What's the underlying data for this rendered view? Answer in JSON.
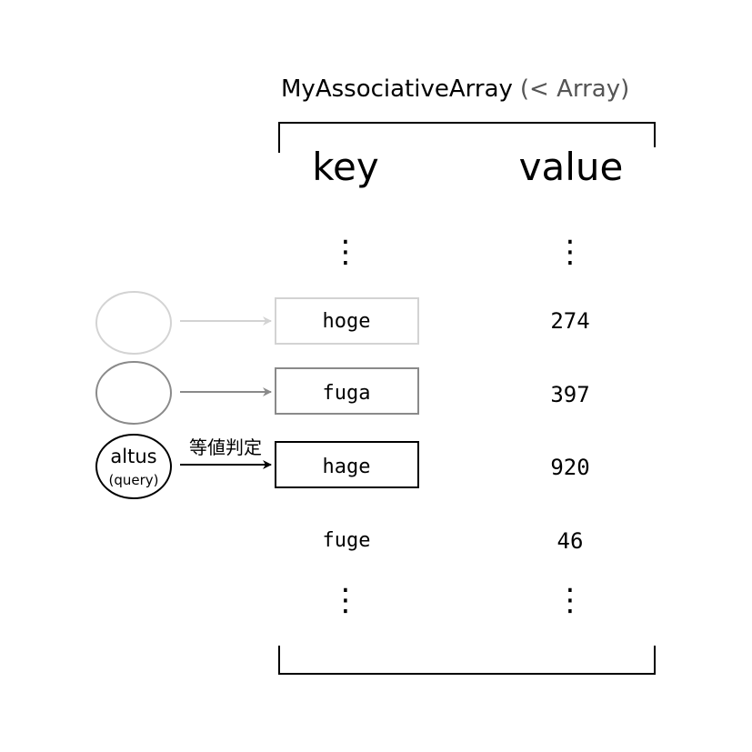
{
  "title": {
    "main": "MyAssociativeArray",
    "suffix": "(< Array)"
  },
  "headers": {
    "key": "key",
    "value": "value"
  },
  "ellipsis": "⋮",
  "rows": [
    {
      "key": "hoge",
      "value": "274",
      "state": "faded"
    },
    {
      "key": "fuga",
      "value": "397",
      "state": "mid"
    },
    {
      "key": "hage",
      "value": "920",
      "state": "active"
    },
    {
      "key": "fuge",
      "value": "46",
      "state": "none"
    }
  ],
  "query": {
    "label": "altus",
    "sublabel": "(query)",
    "relation": "等値判定"
  },
  "colors": {
    "faded": "#d3d3d3",
    "mid": "#8a8a8a",
    "active": "#000000",
    "title_suffix": "#555555"
  }
}
